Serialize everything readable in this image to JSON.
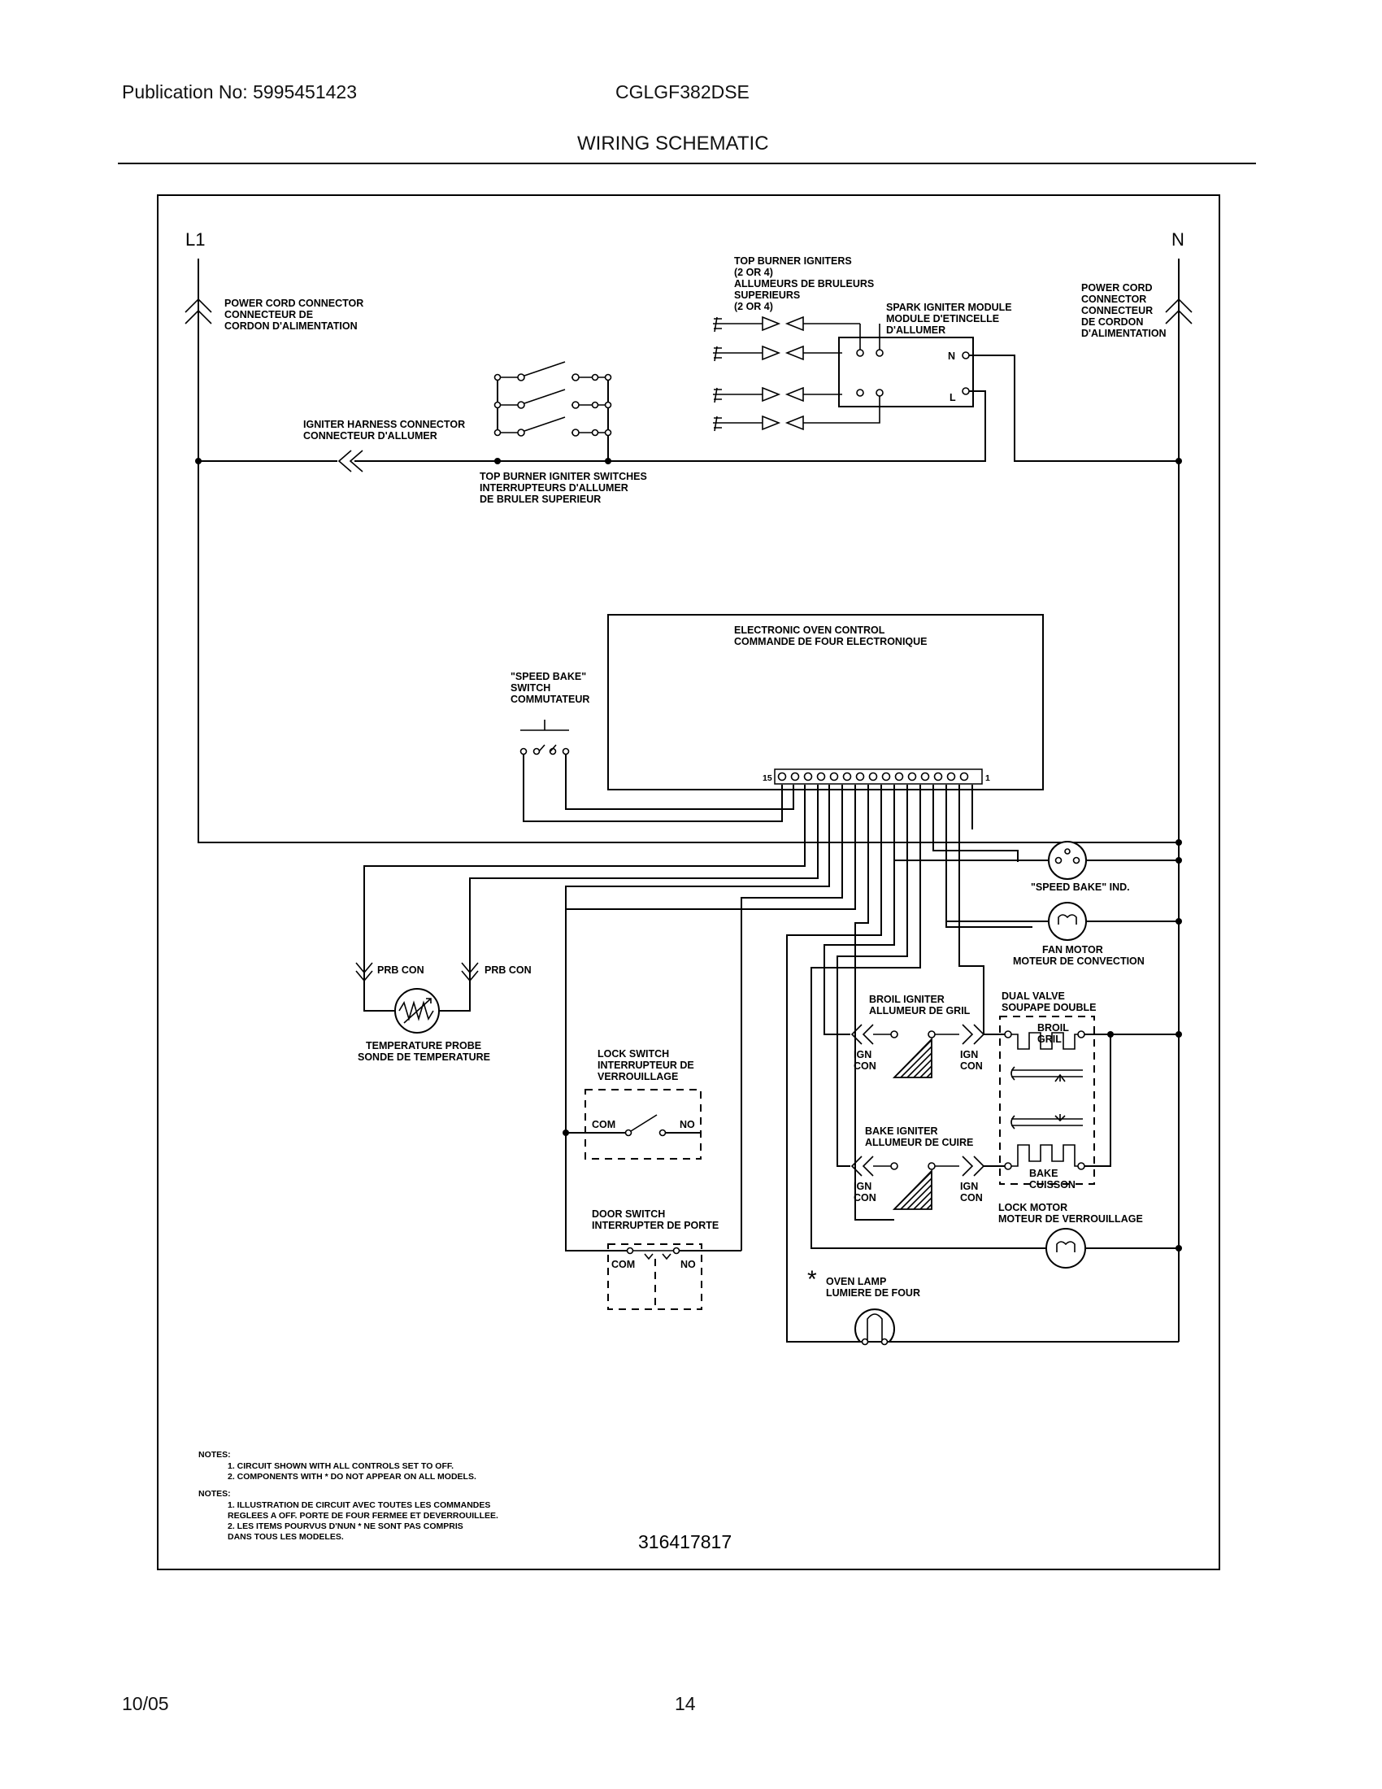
{
  "header": {
    "publication": "Publication No: 5995451423",
    "model": "CGLGF382DSE",
    "title": "WIRING SCHEMATIC"
  },
  "footer": {
    "date": "10/05",
    "page": "14"
  },
  "schematic": {
    "part_number": "316417817",
    "line_l1": "L1",
    "line_n": "N",
    "power_cord_left": [
      "POWER CORD CONNECTOR",
      "CONNECTEUR DE",
      "CORDON D'ALIMENTATION"
    ],
    "power_cord_right": [
      "POWER CORD",
      "CONNECTOR",
      "CONNECTEUR",
      "DE CORDON",
      "D'ALIMENTATION"
    ],
    "top_burner_igniters": [
      "TOP BURNER IGNITERS",
      "(2 OR 4)",
      "ALLUMEURS DE BRULEURS",
      "SUPERIEURS",
      "(2 OR 4)"
    ],
    "spark_module": [
      "SPARK IGNITER MODULE",
      "MODULE D'ETINCELLE",
      "D'ALLUMER"
    ],
    "spark_n": "N",
    "spark_l": "L",
    "igniter_harness": [
      "IGNITER HARNESS CONNECTOR",
      "CONNECTEUR D'ALLUMER"
    ],
    "top_burner_switches": [
      "TOP BURNER IGNITER SWITCHES",
      "INTERRUPTEURS D'ALLUMER",
      "DE BRULER SUPERIEUR"
    ],
    "oven_control": [
      "ELECTRONIC OVEN CONTROL",
      "COMMANDE DE FOUR ELECTRONIQUE"
    ],
    "pin_15": "15",
    "pin_1": "1",
    "speed_bake_switch": [
      "\"SPEED BAKE\"",
      "SWITCH",
      "COMMUTATEUR"
    ],
    "speed_bake_ind": "\"SPEED BAKE\" IND.",
    "fan_motor": [
      "FAN MOTOR",
      "MOTEUR DE CONVECTION"
    ],
    "prb_con": "PRB CON",
    "temp_probe": [
      "TEMPERATURE PROBE",
      "SONDE DE TEMPERATURE"
    ],
    "broil_igniter": [
      "BROIL IGNITER",
      "ALLUMEUR DE GRIL"
    ],
    "bake_igniter": [
      "BAKE IGNITER",
      "ALLUMEUR DE CUIRE"
    ],
    "ign_con": [
      "IGN",
      "CON"
    ],
    "dual_valve": [
      "DUAL VALVE",
      "SOUPAPE DOUBLE"
    ],
    "broil_gril": [
      "BROIL",
      "GRIL"
    ],
    "bake_cuisson": [
      "BAKE",
      "CUISSON"
    ],
    "lock_switch": [
      "LOCK SWITCH",
      "INTERRUPTEUR DE",
      "VERROUILLAGE"
    ],
    "com": "COM",
    "no": "NO",
    "door_switch": [
      "DOOR SWITCH",
      "INTERRUPTER DE PORTE"
    ],
    "lock_motor": [
      "LOCK MOTOR",
      "MOTEUR DE VERROUILLAGE"
    ],
    "asterisk": "*",
    "oven_lamp": [
      "OVEN LAMP",
      "LUMIERE DE FOUR"
    ],
    "notes_heading": "NOTES:",
    "notes_en": [
      "1.  CIRCUIT SHOWN WITH ALL CONTROLS SET TO OFF.",
      "2.  COMPONENTS WITH * DO NOT APPEAR ON ALL MODELS."
    ],
    "notes_heading_fr": "NOTES:",
    "notes_fr": [
      "1.  ILLUSTRATION DE CIRCUIT AVEC TOUTES LES COMMANDES",
      "     REGLEES A OFF.  PORTE DE FOUR FERMEE ET DEVERROUILLEE.",
      "2.  LES ITEMS POURVUS D'NUN * NE SONT PAS COMPRIS",
      "     DANS TOUS LES MODELES."
    ]
  }
}
